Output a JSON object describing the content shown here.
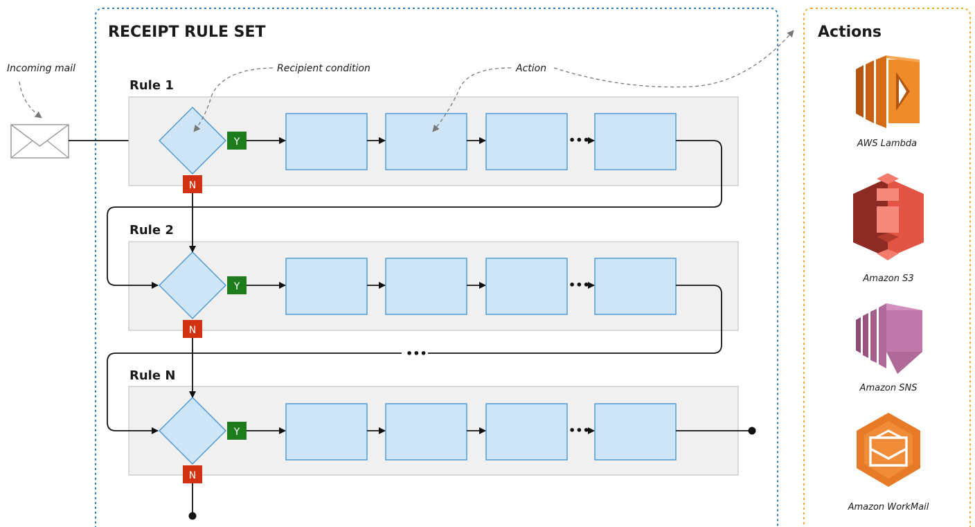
{
  "rule_set": {
    "title": "RECEIPT RULE SET"
  },
  "actions_panel": {
    "title": "Actions",
    "services": [
      {
        "label": "AWS Lambda",
        "icon": "aws-lambda-icon",
        "color": "#ed7d1c"
      },
      {
        "label": "Amazon S3",
        "icon": "amazon-s3-icon",
        "color": "#d9453a"
      },
      {
        "label": "Amazon SNS",
        "icon": "amazon-sns-icon",
        "color": "#c06b9e"
      },
      {
        "label": "Amazon WorkMail",
        "icon": "amazon-workmail-icon",
        "color": "#e67a26"
      }
    ]
  },
  "annotations": {
    "incoming_mail": "Incoming mail",
    "recipient_condition": "Recipient condition",
    "action": "Action"
  },
  "rules": [
    {
      "label": "Rule 1",
      "yes": "Y",
      "no": "N"
    },
    {
      "label": "Rule 2",
      "yes": "Y",
      "no": "N"
    },
    {
      "label": "Rule N",
      "yes": "Y",
      "no": "N"
    }
  ],
  "ellipsis": "•••",
  "colors": {
    "rule_set_border": "#2a7bc0",
    "actions_border": "#f5a623",
    "yes_badge": "#1e7b1e",
    "no_badge": "#d13212",
    "action_fill": "#cde5f7",
    "action_stroke": "#3d8ed0"
  }
}
